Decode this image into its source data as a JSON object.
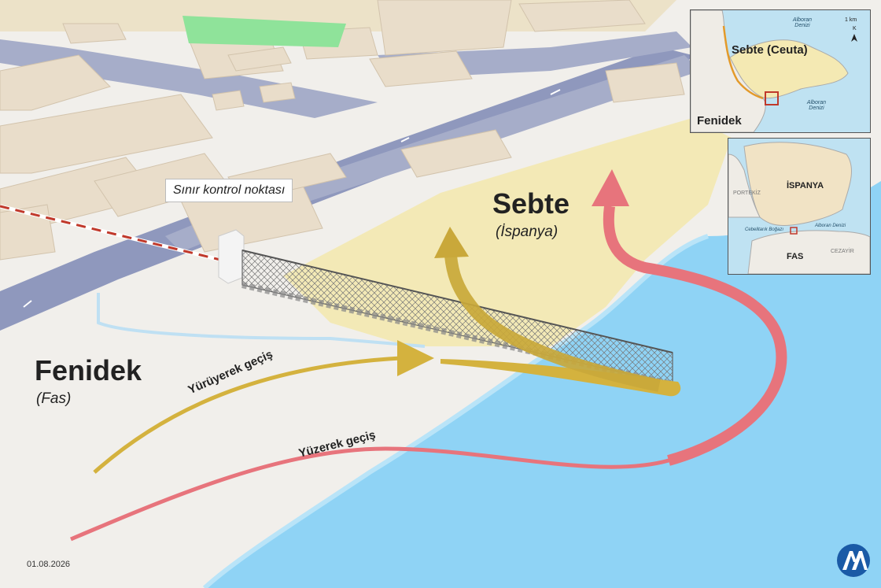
{
  "labels": {
    "fenidek": "Fenidek",
    "fenidek_country": "(Fas)",
    "sebte": "Sebte",
    "sebte_country": "(İspanya)",
    "checkpoint": "Sınır kontrol noktası",
    "walking_crossing": "Yürüyerek geçiş",
    "swimming_crossing": "Yüzerek geçiş",
    "date": "01.08.2026"
  },
  "inset_ceuta": {
    "title": "Sebte (Ceuta)",
    "fenidek": "Fenidek",
    "sea_top": "Alboran Denizi",
    "sea_right": "Alboran Denizi",
    "scale": "1 km",
    "north": "K"
  },
  "inset_iberia": {
    "spain": "İSPANYA",
    "portugal": "PORTEKİZ",
    "gibraltar": "Cebelitarık Boğazı",
    "alboran": "Alboran Denizi",
    "morocco": "FAS",
    "algeria": "CEZAYİR"
  },
  "colors": {
    "sea": "#8fd3f5",
    "ceuta_land": "#f4e9b3",
    "morocco_land": "#f1eeea",
    "road": "#8f98bd",
    "walk_arrow": "#d4b23e",
    "swim_arrow": "#e7747c",
    "border_line": "#c0392b",
    "logo": "#1a5aa6"
  },
  "icons": [
    "aa-logo-icon",
    "north-arrow-icon"
  ]
}
